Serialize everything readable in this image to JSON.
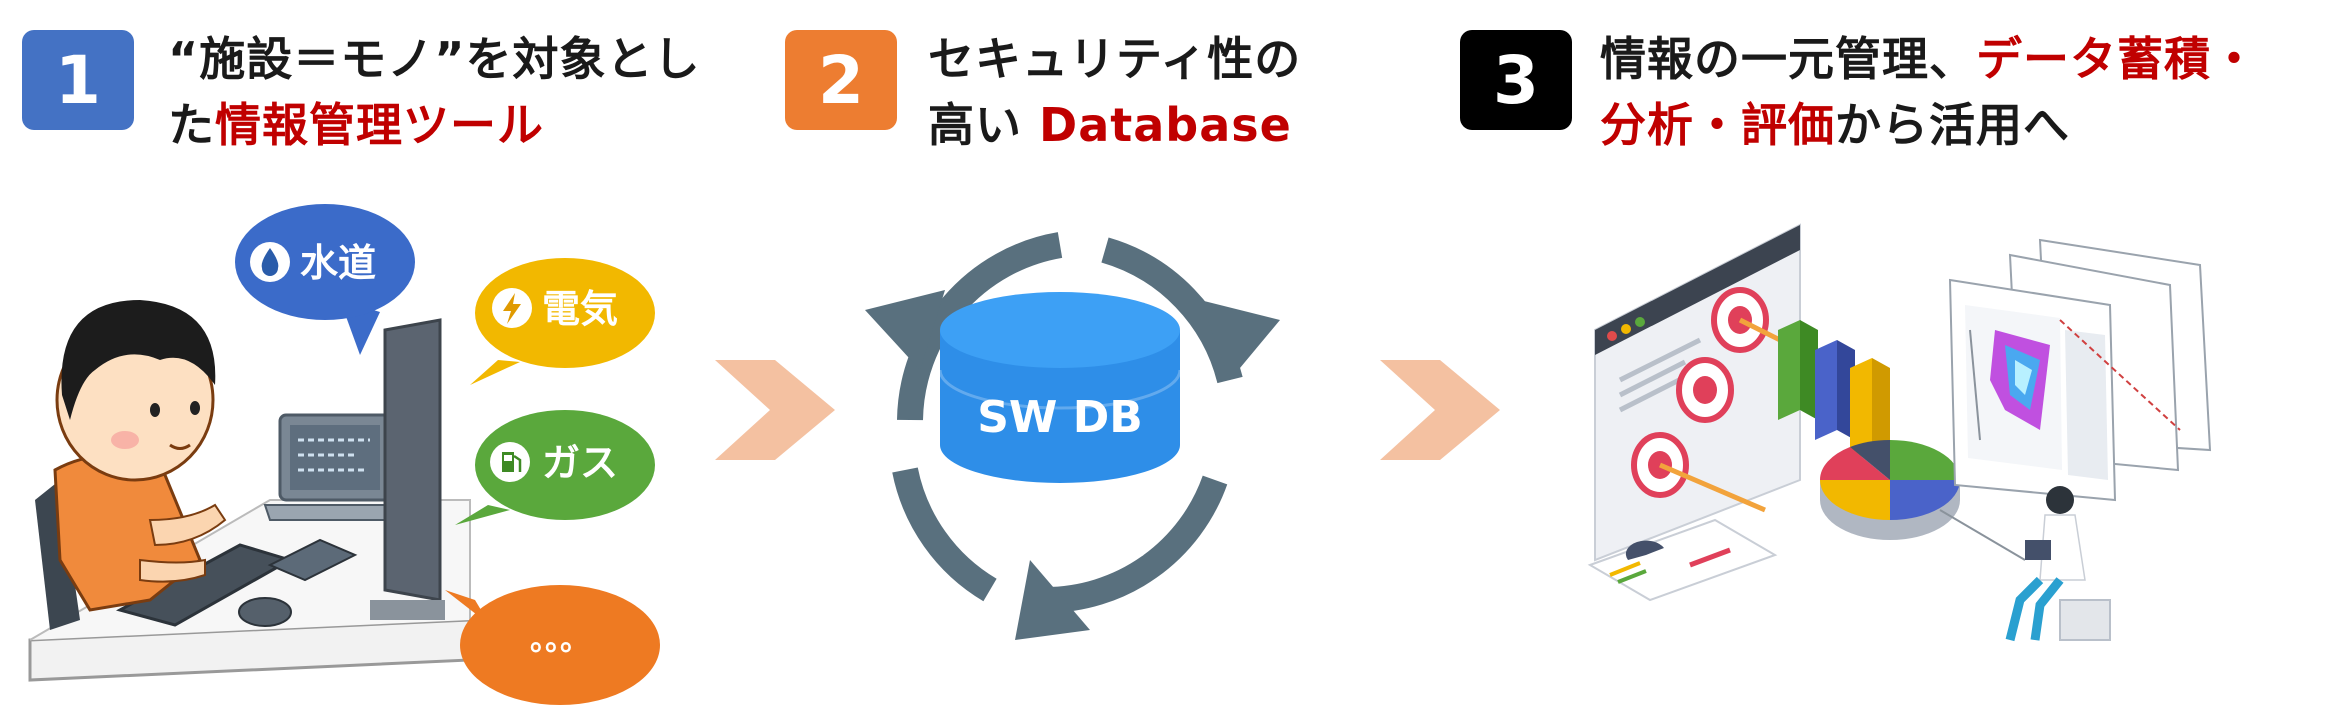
{
  "colors": {
    "badge1": "#4472c4",
    "badge2": "#ed7d31",
    "badge3": "#000000",
    "highlight": "#c00000",
    "chevron": "#f4c1a1",
    "db": "#2e8ee8",
    "cycle": "#59707e"
  },
  "steps": [
    {
      "number": "1",
      "heading": {
        "line1": "“施設＝モノ”を対象とし",
        "line2_prefix": "た",
        "line2_highlight": "情報管理ツール"
      },
      "bubbles": [
        {
          "icon": "water-drop-icon",
          "label": "水道",
          "color": "#3b6bc9"
        },
        {
          "icon": "lightning-icon",
          "label": "電気",
          "color": "#f2b800"
        },
        {
          "icon": "fuel-pump-icon",
          "label": "ガス",
          "color": "#5aa83c"
        },
        {
          "icon": "ellipsis-icon",
          "label": "。。。",
          "color": "#ee7a22"
        }
      ]
    },
    {
      "number": "2",
      "heading": {
        "line1": "セキュリティ性の",
        "line2_prefix": "高い ",
        "line2_highlight": "Database"
      },
      "db_label": "SW DB"
    },
    {
      "number": "3",
      "heading": {
        "line1_prefix": "情報の一元管理、",
        "line1_highlight": "データ蓄積・",
        "line2_highlight": "分析・評価",
        "line2_suffix": "から活用へ"
      }
    }
  ]
}
